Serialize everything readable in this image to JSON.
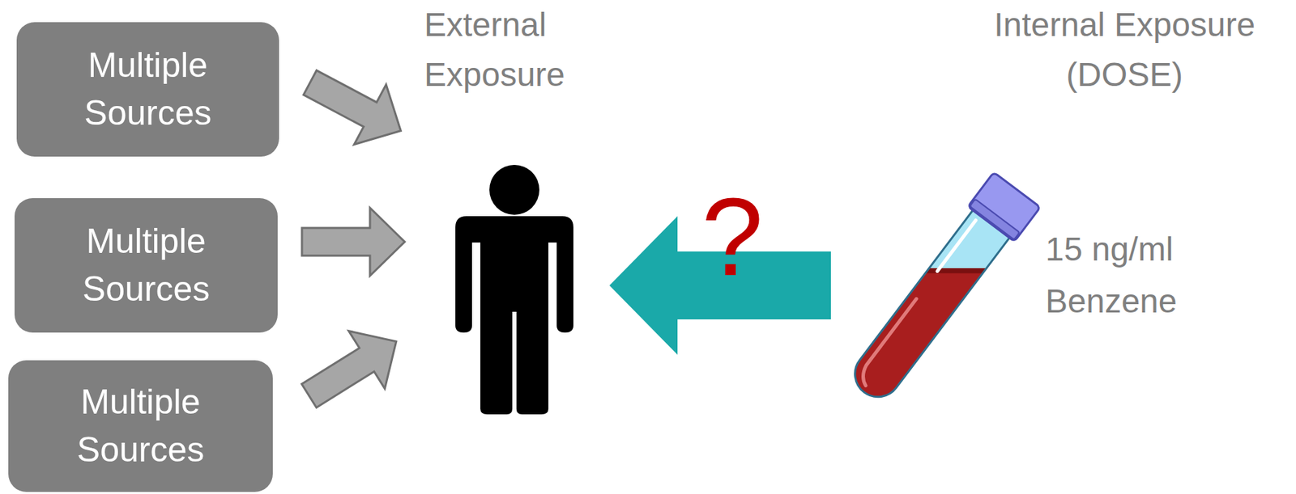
{
  "diagram": {
    "nodes": [
      {
        "text": [
          "Multiple Sources"
        ]
      },
      {
        "text": [
          "Multiple Sources"
        ]
      },
      {
        "text": [
          "Multiple Sources"
        ]
      }
    ],
    "labels": [
      "External Exposure",
      "Internal Exposure (DOSE)",
      "?",
      "15 ng/ml Benzene"
    ]
  }
}
